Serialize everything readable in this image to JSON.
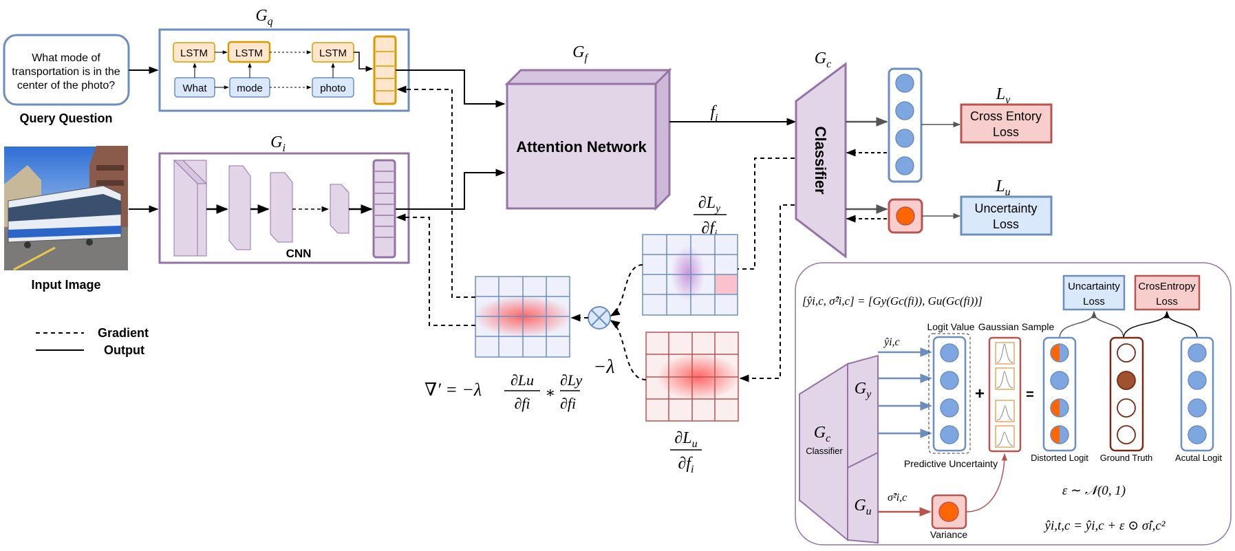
{
  "query": {
    "text_lines": [
      "What mode of",
      "transportation is in the",
      "center of the photo?"
    ],
    "label": "Query Question"
  },
  "input_image": {
    "label": "Input Image"
  },
  "legend": {
    "gradient": "Gradient",
    "output": "Output"
  },
  "gq": {
    "title_main": "G",
    "title_sub": "q",
    "lstm": [
      "LSTM",
      "LSTM",
      "LSTM"
    ],
    "words": [
      "What",
      "mode",
      "photo"
    ]
  },
  "gi": {
    "title_main": "G",
    "title_sub": "i",
    "cnn_label": "CNN"
  },
  "gf": {
    "title_main": "G",
    "title_sub": "f",
    "box_label": "Attention Network"
  },
  "fi": {
    "main": "f",
    "sub": "i"
  },
  "gc": {
    "title_main": "G",
    "title_sub": "c",
    "box_label": "Classifier"
  },
  "ly": {
    "title_main": "L",
    "title_sub": "y",
    "box_lines": [
      "Cross Entory",
      "Loss"
    ]
  },
  "lu": {
    "title_main": "L",
    "title_sub": "u",
    "box_lines": [
      "Uncertainty",
      "Loss"
    ]
  },
  "dly": {
    "num_d": "∂",
    "num_main": "L",
    "num_sub": "y",
    "den_d": "∂",
    "den_main": "f",
    "den_sub": "i"
  },
  "dlu": {
    "num_d": "∂",
    "num_main": "L",
    "num_sub": "u",
    "den_d": "∂",
    "den_main": "f",
    "den_sub": "i"
  },
  "neg_lambda": "−λ",
  "nabla": {
    "lhs": "∇′ = −λ",
    "f1_num": "∂Lu",
    "f1_den": "∂fi",
    "times": "∗",
    "f2_num": "∂Ly",
    "f2_den": "∂fi"
  },
  "detail": {
    "equation": "[ŷi,c, σ̂²i,c] = [Gy(Gc(fi)), Gu(Gc(fi))]",
    "uncertainty_loss": [
      "Uncartainty",
      "Loss"
    ],
    "crossentropy_loss": [
      "CrosEntropy",
      "Loss"
    ],
    "logit_value": "Logit Value",
    "gaussian_sample": "Gaussian Sample",
    "yhat_label": "ŷi,c",
    "sigma_label": "σ̂²i,c",
    "gc_label_main": "G",
    "gc_label_sub": "c",
    "classifier_label": "Classifier",
    "gy_main": "G",
    "gy_sub": "y",
    "gu_main": "G",
    "gu_sub": "u",
    "plus": "+",
    "equals": "=",
    "predictive_uncertainty": "Predictive Uncertainty",
    "variance": "Variance",
    "distorted_logit": "Distorted Logit",
    "ground_truth": "Ground Truth",
    "actual_logit": "Acutal Logit",
    "epsilon_eq": "ε ∼ 𝒩(0, 1)",
    "yhat_eq": "ŷi,t,c = ŷi,c + ε ⊙ σ̂i,c²"
  },
  "colors": {
    "blue_border": "#6c8ebf",
    "blue_fill": "#dae8fc",
    "purple_border": "#9673a6",
    "purple_fill": "#e1d5e7",
    "orange_border": "#d79b00",
    "orange_fill": "#ffe6cc",
    "red_border": "#b85450",
    "red_fill": "#f8cecc",
    "circle_blue": "#7ea6e0",
    "circle_orange": "#ff6600",
    "brown_fill": "#a0522d"
  }
}
